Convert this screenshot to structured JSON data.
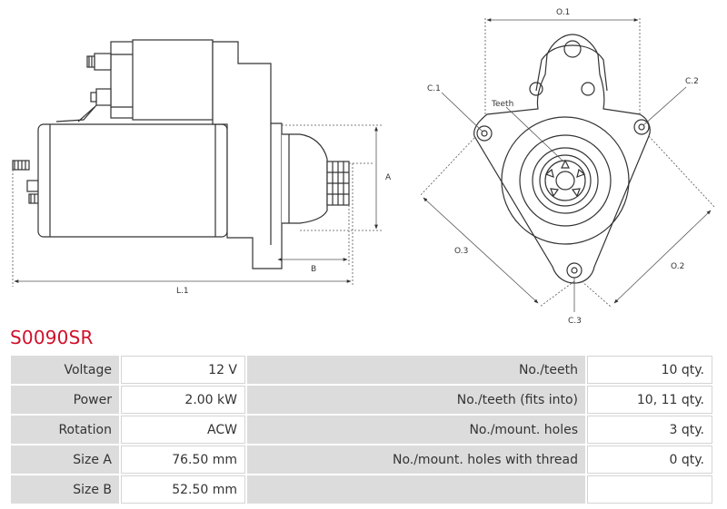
{
  "part_number": "S0090SR",
  "drawing": {
    "side_labels": {
      "a": "A",
      "b": "B",
      "l1": "L.1"
    },
    "front_labels": {
      "o1": "O.1",
      "o2": "O.2",
      "o3": "O.3",
      "c1": "C.1",
      "c2": "C.2",
      "c3": "C.3",
      "teeth": "Teeth"
    }
  },
  "specs": {
    "rows": [
      {
        "label": "Voltage",
        "value": "12 V",
        "label2": "No./teeth",
        "value2": "10 qty."
      },
      {
        "label": "Power",
        "value": "2.00 kW",
        "label2": "No./teeth (fits into)",
        "value2": "10, 11 qty."
      },
      {
        "label": "Rotation",
        "value": "ACW",
        "label2": "No./mount. holes",
        "value2": "3 qty."
      },
      {
        "label": "Size A",
        "value": "76.50 mm",
        "label2": "No./mount. holes with thread",
        "value2": "0 qty."
      },
      {
        "label": "Size B",
        "value": "52.50 mm",
        "label2": "",
        "value2": ""
      }
    ]
  }
}
